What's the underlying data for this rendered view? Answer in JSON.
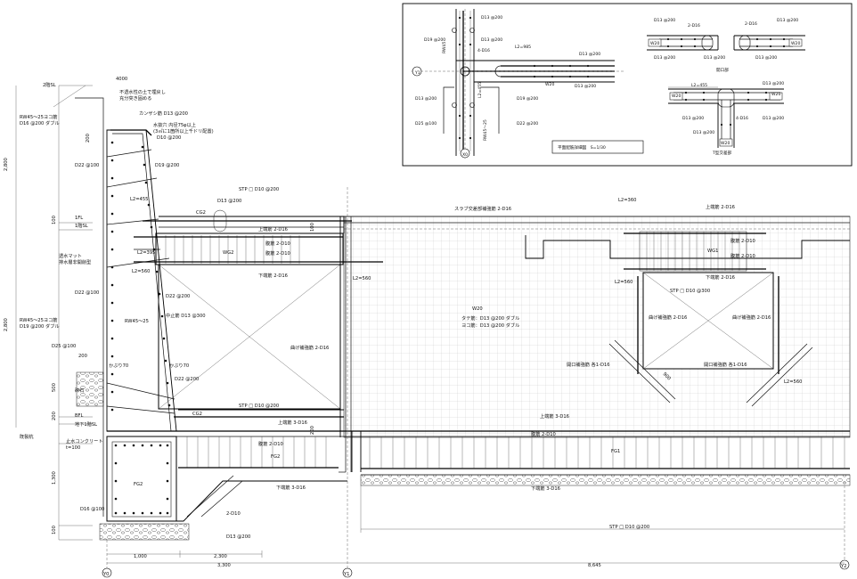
{
  "labels": {
    "gl2": "2階SL",
    "spacing": "4000",
    "soil_note1": "不透水性の土で埋戻し",
    "soil_note2": "充分突き固める",
    "kanzashi": "カンザシ筋 D13 @200",
    "pipe_note1": "水抜穴 内径75φ以上",
    "pipe_note2": "(3㎡に1箇所以上千ドリ配置)",
    "w_rebar1": "RW45～25ヨコ筋",
    "w_rebar2": "D16 @200 ダブル",
    "d10_200": "D10 @200",
    "d19_200": "D19 @200",
    "d22_100": "D22 @100",
    "l2_455": "L2=455",
    "stp_d10": "STP □ D10 @200",
    "d13_200": "D13 @200",
    "cg2": "CG2",
    "top_2d16": "上端筋 2-D16",
    "web_2d10": "腹筋 2-D10",
    "bot_2d16": "下端筋 2-D16",
    "wg2": "WG2",
    "l2_395": "L2=395",
    "l2_560": "L2=560",
    "fl1": "1FL",
    "sl1": "1階SL",
    "gravel1": "透水マット",
    "gravel2": "排水層非開削型",
    "d22_200": "D22 @200",
    "tatekin": "中止筋 D13 @300",
    "rw_rebar1": "RW45～25ヨコ筋",
    "rw_rebar2": "D19 @200 ダブル",
    "rw_label": "RW45～25",
    "d25_100": "D25 @100",
    "kaburi70a": "かぶり70",
    "kaburi70b": "かぶり70",
    "gravel": "砕石",
    "bfl": "BFL",
    "b1sl": "地下1階SL",
    "ground": "既製杭",
    "sealing1": "止水コンクリート",
    "sealing2": "t=100",
    "fg2": "FG2",
    "fg1": "FG1",
    "top_3d16": "上端筋 3-D16",
    "bot_3d16": "下端筋 3-D16",
    "bend_2d16": "曲げ補強筋 2-D16",
    "slab_bar": "スラブ交差部補強筋 2-D16",
    "l2_360": "L2=360",
    "wg1": "WG1",
    "w20": "W20",
    "w20_v1": "タテ筋：D13 @200 ダブル",
    "w20_v2": "ヨコ筋：D13 @200 ダブル",
    "stp_d10_300": "STP □ D10 @300",
    "bend_left": "曲げ補強筋 2-D16",
    "bend_right": "曲げ補強筋 2-D16",
    "opening_1": "開口補強筋 各1-D16",
    "opening_2": "開口補強筋 各1-D16",
    "l2_560b": "L2=560",
    "l2_560c": "L2=560",
    "l2_560d": "L2=560",
    "stp_bot": "STP □ D10 @200",
    "d13_200b": "D13 @200",
    "two_d10": "2-D10",
    "d16_100": "D16 @100",
    "stp_d10_200b": "STP □ D10 @200",
    "dim_1000": "1,000",
    "dim_2300": "2,300",
    "dim_3300": "3,300",
    "dim_8645": "8,645",
    "dim_2800": "2,800",
    "dim_2800b": "2,800",
    "dim_1300": "1,300",
    "dim_900": "900",
    "dim_500": "500",
    "dim_200": "200",
    "dim_100": "100",
    "dim_200b": "200",
    "dim_100b": "100",
    "dim_200c": "200",
    "dim_100c": "100",
    "dim_200d": "200",
    "axis_y0": "Y0",
    "axis_y1": "Y1",
    "axis_y2": "Y2"
  },
  "inset": {
    "y1": "Y1",
    "x0": "X0",
    "d13_200_a": "D13 @200",
    "d19_200": "D19 @200",
    "four_d16": "4-D16",
    "rw45": "RW45",
    "l2_985": "L2=985",
    "d13_200_b": "D13 @200",
    "w20": "W20",
    "l2_455": "L2=455",
    "d25_100": "D25 @100",
    "rw45_2": "RW45～25",
    "d13_200_c": "D13 @200",
    "d19_200_b": "D19 @200",
    "d22_200": "D22 @200",
    "title": "平面配筋詳細図　S=1/30"
  },
  "inset_right": {
    "d13_200_a": "D13 @200",
    "two_d16": "2-D16",
    "w20_a": "W20",
    "d13_200_b": "D13 @200",
    "d13_200_c": "D13 @200",
    "two_d16_b": "2-D16",
    "w20_b": "W20",
    "d13_200_d": "D13 @200",
    "d13_200_e": "D13 @200",
    "opening": "開口部",
    "l2_455": "L2=455",
    "d13_200_f": "D13 @200",
    "w20_c": "W20",
    "d13_200_g": "D13 @200",
    "four_d16": "4-D16",
    "d13_200_h": "D13 @200",
    "w20_d": "W20",
    "w20_e": "W20",
    "t_section": "T型交差部"
  }
}
